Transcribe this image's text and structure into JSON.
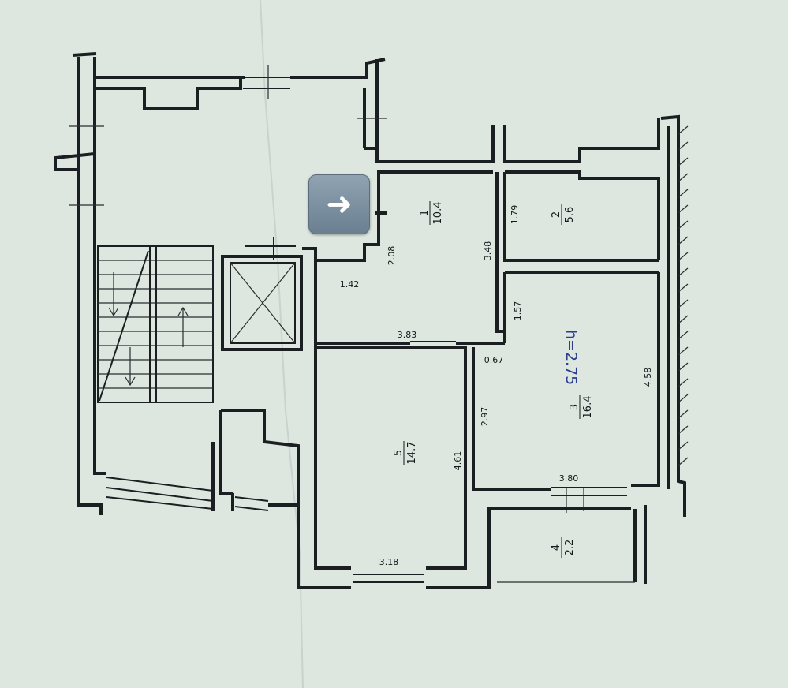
{
  "rooms": [
    {
      "number": "1",
      "area": "10.4"
    },
    {
      "number": "2",
      "area": "5.6"
    },
    {
      "number": "3",
      "area": "16.4"
    },
    {
      "number": "4",
      "area": "2.2"
    },
    {
      "number": "5",
      "area": "14.7"
    }
  ],
  "dimensions": {
    "d208": "2.08",
    "d142": "1.42",
    "d348": "3.48",
    "d179": "1.79",
    "d157": "1.57",
    "d383": "3.83",
    "d067": "0.67",
    "d297": "2.97",
    "d458": "4.58",
    "d461": "4.61",
    "d380": "3.80",
    "d318": "3.18"
  },
  "ceiling_note": "h=2.75",
  "nav_button": {
    "icon": "arrow-right-icon",
    "glyph": "➜",
    "color": "#7a8f9f"
  }
}
